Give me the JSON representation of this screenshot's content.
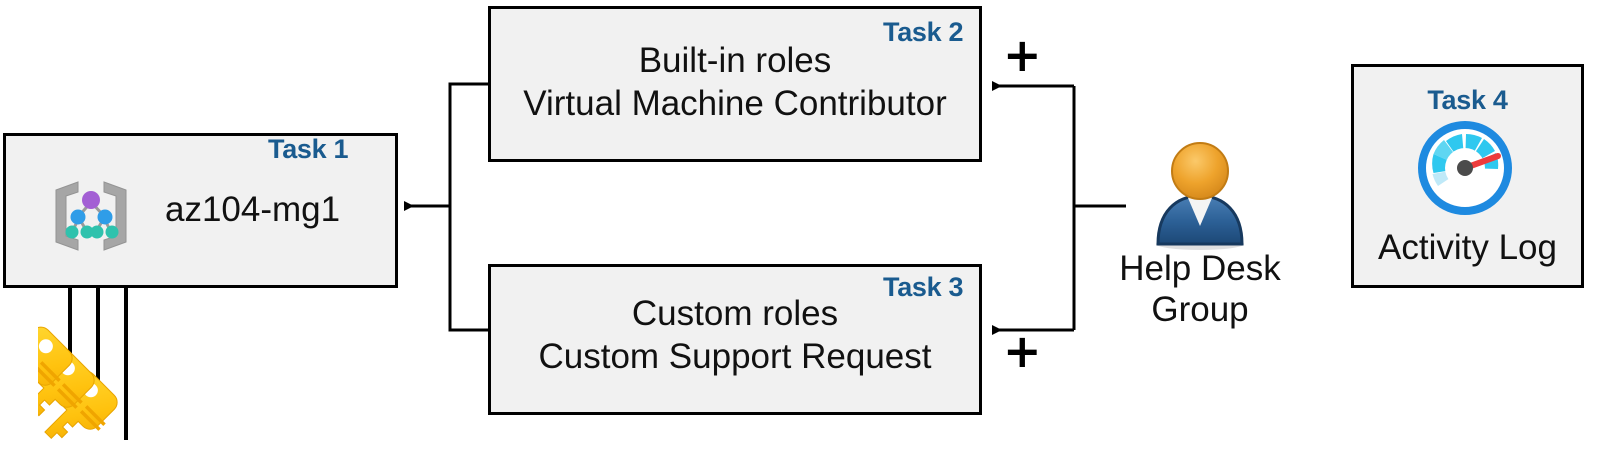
{
  "diagram": {
    "title": "Azure RBAC task diagram",
    "accent_color": "#1a5b8f",
    "box_fill": "#f1f1f1",
    "box_border": "#000000",
    "text_color": "#111111"
  },
  "task1": {
    "label": "Task 1",
    "name": "az104-mg1",
    "icon": "management-group-icon"
  },
  "task2": {
    "label": "Task 2",
    "line1": "Built-in roles",
    "line2": "Virtual Machine Contributor",
    "plus": "+"
  },
  "task3": {
    "label": "Task 3",
    "line1": "Custom roles",
    "line2": "Custom Support Request",
    "plus": "+"
  },
  "task4": {
    "label": "Task 4",
    "caption": "Activity Log",
    "icon": "activity-log-gauge-icon"
  },
  "group": {
    "line1": "Help Desk",
    "line2": "Group",
    "icon": "user-group-icon"
  },
  "keys": {
    "icon": "keys-icon",
    "count": 3
  }
}
